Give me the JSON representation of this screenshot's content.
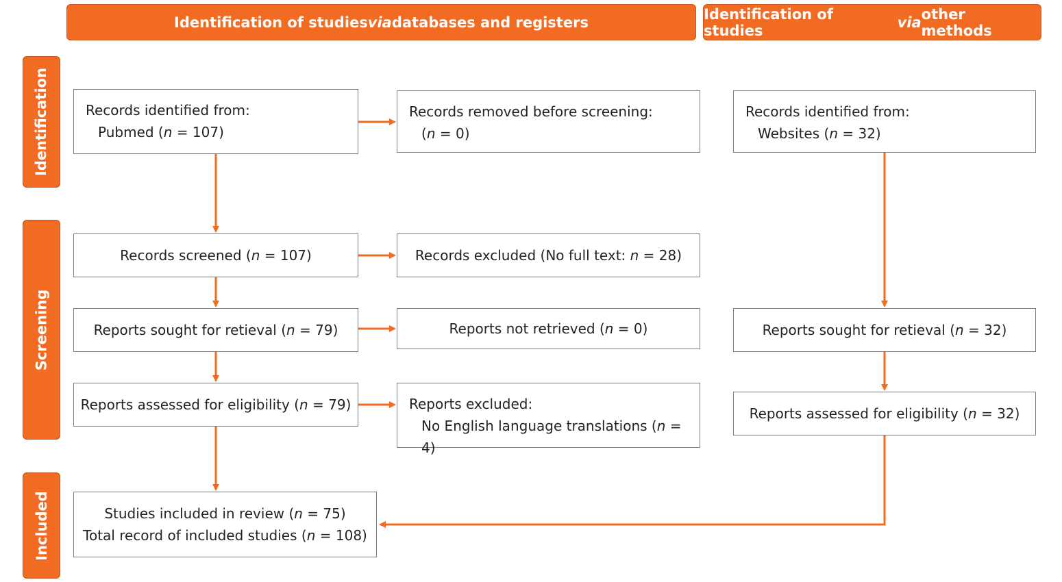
{
  "headers": {
    "databases": {
      "pre": "Identification of studies ",
      "via": "via",
      "post": " databases and registers"
    },
    "other": {
      "pre": "Identification of studies ",
      "via": "via",
      "post": " other methods"
    }
  },
  "stages": {
    "identification": "Identification",
    "screening": "Screening",
    "included": "Included"
  },
  "boxes": {
    "records_identified_db": {
      "line1": "Records identified from:",
      "line2_pre": "Pubmed (",
      "n": "n",
      "line2_post": " = 107)"
    },
    "records_removed": {
      "line1": "Records removed before screening:",
      "line2_pre": "(",
      "n": "n",
      "line2_post": " = 0)"
    },
    "records_identified_web": {
      "line1": "Records identified from:",
      "line2_pre": "Websites (",
      "n": "n",
      "line2_post": " = 32)"
    },
    "records_screened": {
      "pre": "Records screened (",
      "n": "n",
      "post": " = 107)"
    },
    "records_excluded": {
      "pre": "Records excluded (No full text: ",
      "n": "n",
      "post": " = 28)"
    },
    "reports_sought_db": {
      "pre": "Reports sought for retieval (",
      "n": "n",
      "post": " = 79)"
    },
    "reports_not_retrieved": {
      "pre": "Reports not retrieved (",
      "n": "n",
      "post": " = 0)"
    },
    "reports_sought_web": {
      "pre": "Reports sought for retieval (",
      "n": "n",
      "post": " = 32)"
    },
    "reports_assessed_db": {
      "pre": "Reports assessed for eligibility (",
      "n": "n",
      "post": " = 79)"
    },
    "reports_excluded": {
      "line1": "Reports excluded:",
      "line2_pre": "No English language translations (",
      "n": "n",
      "line2_post": " = 4)"
    },
    "reports_assessed_web": {
      "pre": "Reports assessed for eligibility (",
      "n": "n",
      "post": " = 32)"
    },
    "studies_included": {
      "line1_pre": "Studies included in review (",
      "n1": "n",
      "line1_post": " = 75)",
      "line2_pre": "Total record of included studies (",
      "n2": "n",
      "line2_post": " = 108)"
    }
  },
  "colors": {
    "accent": "#f26b22",
    "border": "#7d7d7d",
    "text": "#222222"
  }
}
